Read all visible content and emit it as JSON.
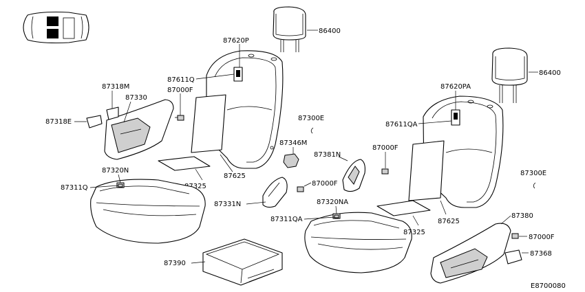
{
  "labels": {
    "p86400_left": "86400",
    "p87620P": "87620P",
    "p87611Q": "87611Q",
    "p87000F_left": "87000F",
    "p87318M": "87318M",
    "p87330": "87330",
    "p87318E": "87318E",
    "p87300E_center": "87300E",
    "p87346M": "87346M",
    "p87625_left": "87625",
    "p87325_left": "87325",
    "p87320N": "87320N",
    "p87311Q": "87311Q",
    "p87381N": "87381N",
    "p87000F_center": "87000F",
    "p87000F_low": "87000F",
    "p87331N": "87331N",
    "p87320NA": "87320NA",
    "p87311QA": "87311QA",
    "p87325_right": "87325",
    "p87625_right": "87625",
    "p87390": "87390",
    "p86400_right": "86400",
    "p87620PA": "87620PA",
    "p87611QA": "87611QA",
    "p87300E_right": "87300E",
    "p87380": "87380",
    "p87000F_right": "87000F",
    "p87368": "87368",
    "diagram_code": "E8700080"
  }
}
